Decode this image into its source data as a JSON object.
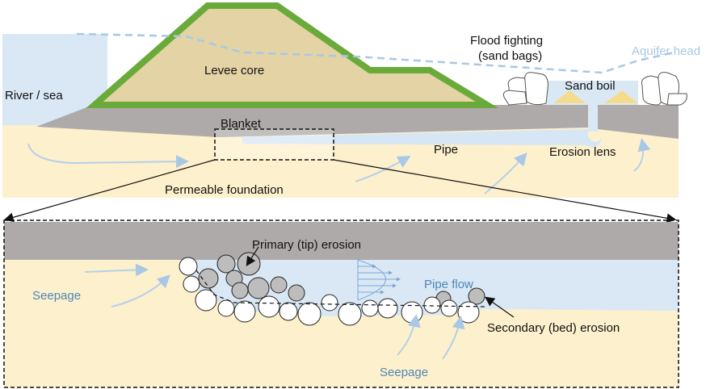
{
  "labels": {
    "river": "River / sea",
    "levee_core": "Levee core",
    "flood_fighting_1": "Flood fighting",
    "flood_fighting_2": "(sand bags)",
    "aquifer_head": "Aquifer head",
    "sand_boil": "Sand boil",
    "blanket": "Blanket",
    "pipe": "Pipe",
    "erosion_lens": "Erosion lens",
    "permeable_foundation": "Permeable foundation",
    "primary_erosion": "Primary (tip) erosion",
    "pipe_flow": "Pipe flow",
    "seepage_left": "Seepage",
    "seepage_bottom": "Seepage",
    "secondary_erosion": "Secondary (bed) erosion"
  },
  "colors": {
    "water": "#dae8f5",
    "sand": "#fdf0cc",
    "blanket": "#aeaaaa",
    "levee_fill": "#e3d3a5",
    "levee_cover": "#6aaa3a",
    "flow_arrows": "#a8c8e6"
  }
}
